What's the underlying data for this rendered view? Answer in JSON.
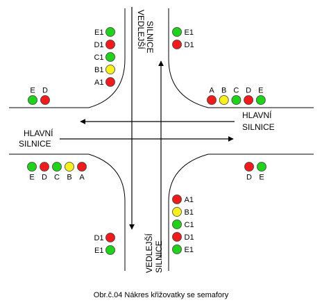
{
  "colors": {
    "red": "#ee1c1c",
    "green": "#22d11c",
    "yellow": "#f7ef1e"
  },
  "road_labels": {
    "major_left_1": "HLAVNÍ",
    "major_left_2": "SILNICE",
    "major_right_1": "HLAVNÍ",
    "major_right_2": "SILNICE",
    "minor_top_1": "VEDLEJŠÍ",
    "minor_top_2": "SILNICE",
    "minor_bottom_1": "VEDLEJŠÍ",
    "minor_bottom_2": "SILNICE"
  },
  "caption": "Obr.č.04 Nákres křižovatky se semafory",
  "signals": {
    "top_left": [
      {
        "label": "E1",
        "color": "green"
      },
      {
        "label": "D1",
        "color": "red"
      },
      {
        "label": "C1",
        "color": "green"
      },
      {
        "label": "B1",
        "color": "yellow"
      },
      {
        "label": "A1",
        "color": "red"
      }
    ],
    "top_right": [
      {
        "label": "E1",
        "color": "green"
      },
      {
        "label": "D1",
        "color": "red"
      }
    ],
    "left_upper": [
      {
        "label": "E",
        "color": "green"
      },
      {
        "label": "D",
        "color": "red"
      }
    ],
    "right_upper": [
      {
        "label": "A",
        "color": "red"
      },
      {
        "label": "B",
        "color": "yellow"
      },
      {
        "label": "C",
        "color": "green"
      },
      {
        "label": "D",
        "color": "red"
      },
      {
        "label": "E",
        "color": "green"
      }
    ],
    "left_lower": [
      {
        "label": "E",
        "color": "green"
      },
      {
        "label": "D",
        "color": "red"
      },
      {
        "label": "C",
        "color": "green"
      },
      {
        "label": "B",
        "color": "yellow"
      },
      {
        "label": "A",
        "color": "red"
      }
    ],
    "right_lower": [
      {
        "label": "D",
        "color": "red"
      },
      {
        "label": "E",
        "color": "green"
      }
    ],
    "bottom_right": [
      {
        "label": "A1",
        "color": "red"
      },
      {
        "label": "B1",
        "color": "yellow"
      },
      {
        "label": "C1",
        "color": "green"
      },
      {
        "label": "D1",
        "color": "red"
      },
      {
        "label": "E1",
        "color": "green"
      }
    ],
    "bottom_left": [
      {
        "label": "D1",
        "color": "red"
      },
      {
        "label": "E1",
        "color": "green"
      }
    ]
  }
}
